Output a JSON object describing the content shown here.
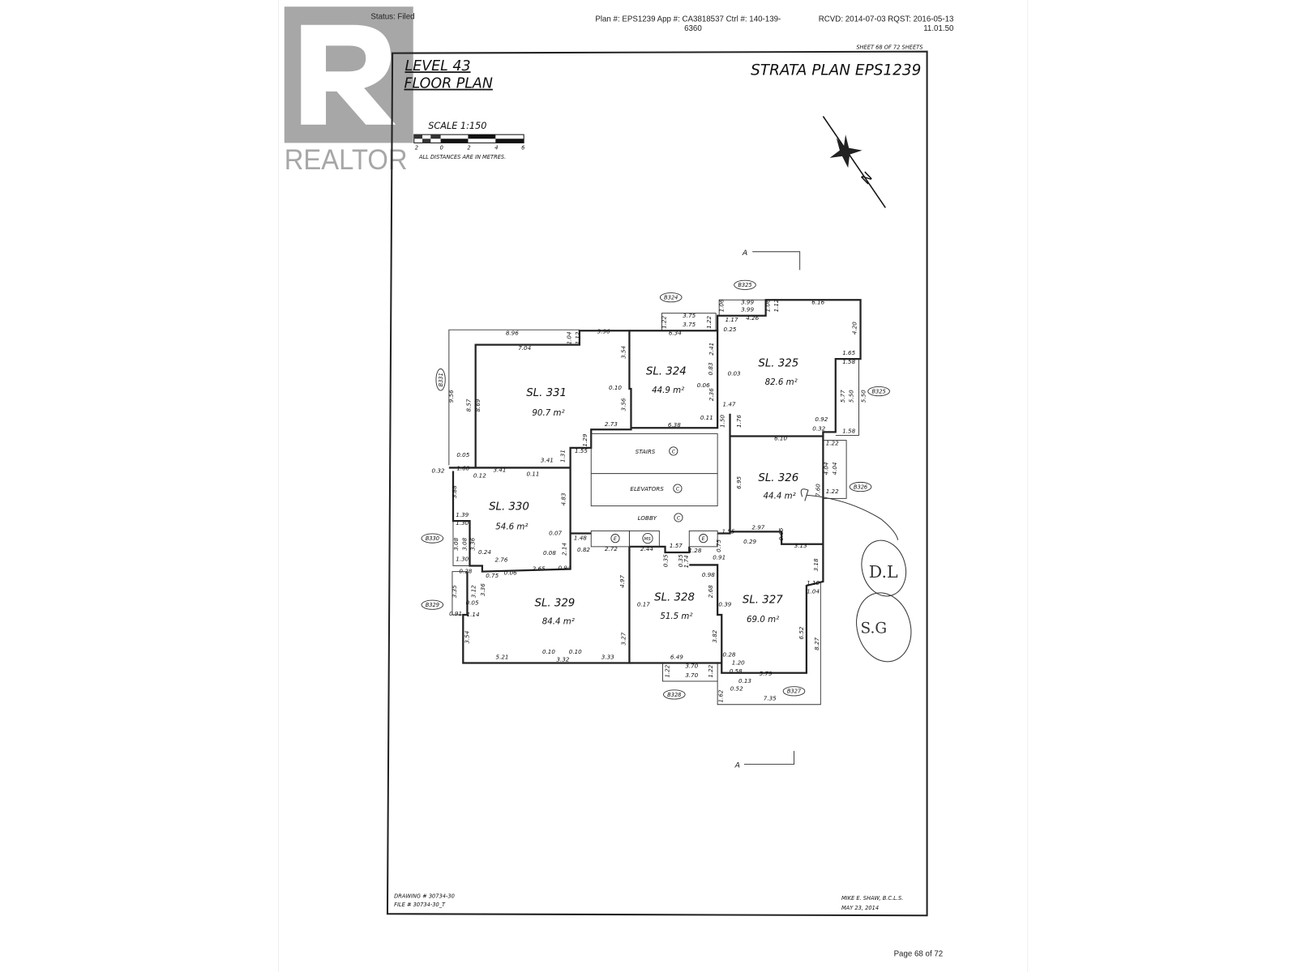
{
  "header": {
    "status": "Status: Filed",
    "plan_line1": "Plan #: EPS1239 App #: CA3818537  Ctrl #: 140-139-",
    "plan_line2": "6360",
    "rcvd_line1": "RCVD: 2014-07-03 RQST: 2016-05-13",
    "rcvd_line2": "11.01.50"
  },
  "watermark": {
    "brand": "REALTOR"
  },
  "sheet": {
    "sheet_label": "SHEET  68  OF  72  SHEETS",
    "level_title": "LEVEL  43",
    "floor_plan_title": "FLOOR  PLAN",
    "plan_title": "STRATA  PLAN  EPS1239",
    "scale_label": "SCALE   1:150",
    "scale_ticks": [
      "2",
      "0",
      "2",
      "4",
      "6"
    ],
    "distances_note": "ALL DISTANCES ARE IN METRES.",
    "north_label": "N",
    "section_top": "A",
    "section_bottom": "A",
    "drawing_no": "DRAWING # 30734-30",
    "file_no": "FILE # 30734-30_T",
    "surveyor": "MIKE E. SHAW, B.C.L.S.",
    "date": "MAY 23, 2014"
  },
  "units": [
    {
      "label": "SL. 331",
      "area": "90.7 m²"
    },
    {
      "label": "SL. 324",
      "area": "44.9 m²"
    },
    {
      "label": "SL. 325",
      "area": "82.6 m²"
    },
    {
      "label": "SL. 326",
      "area": "44.4 m²"
    },
    {
      "label": "SL. 330",
      "area": "54.6 m²"
    },
    {
      "label": "SL. 329",
      "area": "84.4 m²"
    },
    {
      "label": "SL. 328",
      "area": "51.5 m²"
    },
    {
      "label": "SL. 327",
      "area": "69.0 m²"
    }
  ],
  "common": {
    "stairs": "STAIRS",
    "elevators": "ELEVATORS",
    "lobby": "LOBBY",
    "c_mark": "C",
    "e1": "E",
    "ms": "MS",
    "e2": "E"
  },
  "limited_common": [
    "B324",
    "B325",
    "B331",
    "B325",
    "B326",
    "B330",
    "B329",
    "B328",
    "B327"
  ],
  "handwritten": {
    "initials_1": "D.L",
    "initials_2": "S.G"
  },
  "dimensions": [
    "1.22",
    "3.75",
    "3.75",
    "1.22",
    "1.17",
    "0.25",
    "1.06",
    "3.99",
    "3.99",
    "4.26",
    "1.06",
    "1.12",
    "6.16",
    "4.20",
    "1.65",
    "1.58",
    "5.77",
    "5.50",
    "5.50",
    "0.92",
    "0.32",
    "1.58",
    "8.96",
    "7.04",
    "1.04",
    "1.12",
    "3.96",
    "3.54",
    "0.10",
    "3.56",
    "2.73",
    "9.56",
    "8.57",
    "8.69",
    "6.34",
    "2.41",
    "0.83",
    "0.03",
    "0.06",
    "2.36",
    "1.47",
    "0.11",
    "1.50",
    "1.76",
    "6.38",
    "1.29",
    "1.31",
    "1.55",
    "0.05",
    "1.60",
    "0.12",
    "0.32",
    "3.41",
    "3.41",
    "0.11",
    "3.88",
    "4.83",
    "1.39",
    "1.30",
    "3.08",
    "3.08",
    "3.36",
    "1.30",
    "0.24",
    "2.76",
    "0.07",
    "0.08",
    "2.14",
    "0.82",
    "1.48",
    "0.06",
    "2.65",
    "0.94",
    "0.28",
    "0.75",
    "3.35",
    "3.12",
    "3.36",
    "0.05",
    "0.91",
    "1.14",
    "2.72",
    "2.44",
    "1.57",
    "0.35",
    "0.35",
    "1.28",
    "1.74",
    "0.91",
    "0.75",
    "1.55",
    "2.97",
    "0.29",
    "0.65",
    "3.13",
    "6.95",
    "6.10",
    "1.22",
    "4.04",
    "4.04",
    "1.22",
    "7.60",
    "3.54",
    "4.97",
    "3.27",
    "5.21",
    "0.10",
    "3.32",
    "0.10",
    "3.33",
    "0.17",
    "0.98",
    "2.68",
    "0.39",
    "3.82",
    "6.49",
    "0.28",
    "1.20",
    "0.58",
    "1.22",
    "3.70",
    "3.70",
    "1.22",
    "0.13",
    "0.52",
    "1.62",
    "5.79",
    "7.35",
    "3.18",
    "1.10",
    "1.04",
    "6.52",
    "8.27"
  ],
  "footer": {
    "page": "Page 68 of 72"
  }
}
